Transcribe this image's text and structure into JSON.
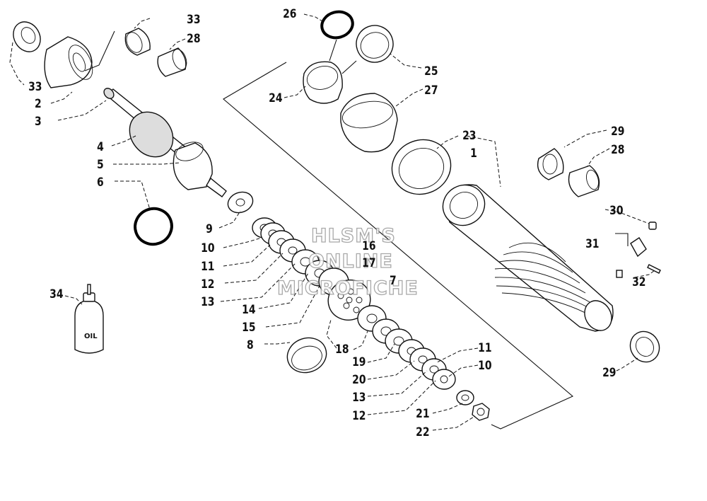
{
  "callouts": [
    "33",
    "28",
    "26",
    "25",
    "24",
    "27",
    "23",
    "1",
    "29",
    "28",
    "30",
    "31",
    "32",
    "29",
    "33",
    "2",
    "3",
    "4",
    "5",
    "6",
    "9",
    "10",
    "11",
    "12",
    "13",
    "14",
    "15",
    "8",
    "16",
    "17",
    "7",
    "18",
    "19",
    "20",
    "13",
    "12",
    "11",
    "10",
    "21",
    "22",
    "34"
  ],
  "watermark": [
    "HLSM'S",
    "ONLINE",
    "MICROFICHE"
  ],
  "oil_label": "OIL"
}
